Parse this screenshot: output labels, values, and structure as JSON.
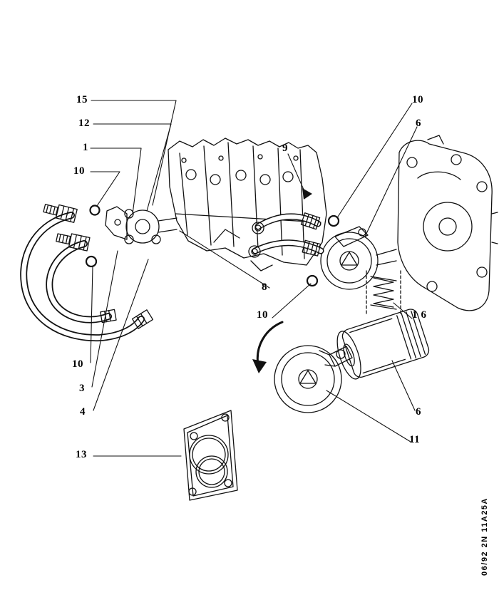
{
  "diagram": {
    "background": "#ffffff",
    "line_color": "#000000",
    "description_labels": "exploded parts diagram callout numbers"
  },
  "callouts": [
    {
      "label": "15"
    },
    {
      "label": "12"
    },
    {
      "label": "1"
    },
    {
      "label": "10"
    },
    {
      "label": "10"
    },
    {
      "label": "6"
    },
    {
      "label": "9"
    },
    {
      "label": "8"
    },
    {
      "label": "10"
    },
    {
      "label": "16"
    },
    {
      "label": "10"
    },
    {
      "label": "3"
    },
    {
      "label": "4"
    },
    {
      "label": "6"
    },
    {
      "label": "11"
    },
    {
      "label": "13"
    }
  ],
  "footer": {
    "code": "06/92 2N 11A25A"
  }
}
